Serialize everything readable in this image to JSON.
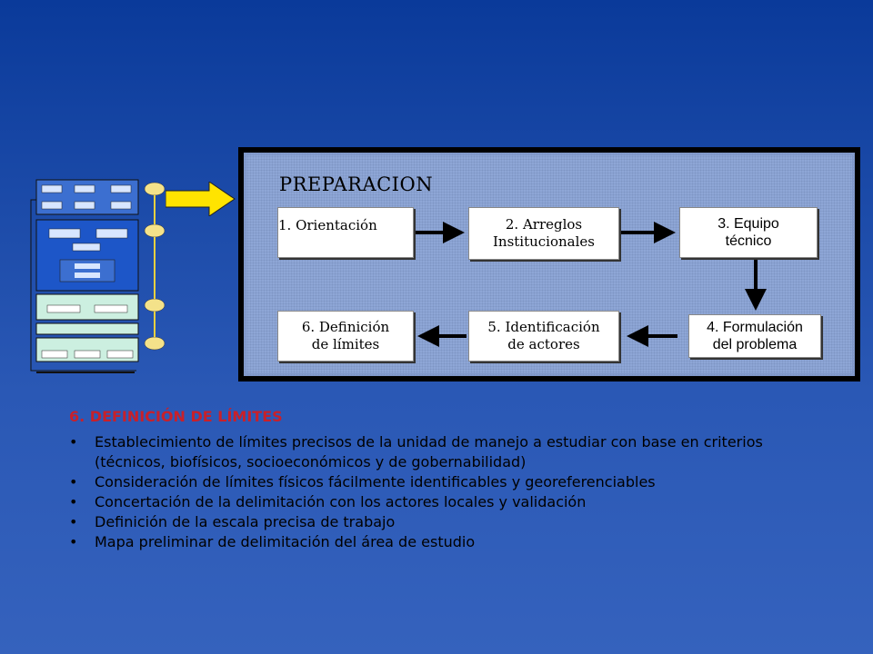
{
  "diagram": {
    "title": "PREPARACION",
    "steps": [
      {
        "label": "1. Orientación"
      },
      {
        "label": "2. Arreglos\nInstitucionales"
      },
      {
        "label": "3. Equipo\ntécnico"
      },
      {
        "label": "4. Formulación\ndel problema"
      },
      {
        "label": "5. Identificación\nde actores"
      },
      {
        "label": "6. Definición\nde límites"
      }
    ]
  },
  "content": {
    "heading": "6. DEFINICIÓN DE LÍMITES",
    "bullets": [
      "Establecimiento de límites precisos de la unidad de manejo a estudiar con base en criterios (técnicos, biofísicos, socioeconómicos y de gobernabilidad)",
      "Consideración de límites físicos fácilmente identificables y georeferenciables",
      "Concertación de la delimitación con los actores locales y validación",
      "Definición de la escala precisa de trabajo",
      "Mapa preliminar de delimitación del área de estudio"
    ]
  },
  "colors": {
    "heading": "#c8202a",
    "frame_fill": "#8ea6d6",
    "arrow_yellow": "#ffe400"
  }
}
